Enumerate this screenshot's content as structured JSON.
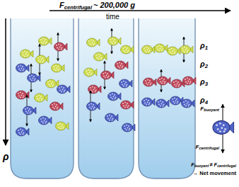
{
  "diagram": {
    "labels": [
      "F",
      "centrifugal",
      "~ 200,000 g",
      "time",
      "ρ",
      "ρ",
      "1",
      "ρ",
      "2",
      "ρ",
      "3",
      "ρ",
      "4",
      "F",
      "buoyant",
      "F",
      "centrifugal",
      "F",
      "buoyant",
      "≠",
      "F",
      "centrifugal",
      "→ Net movement"
    ]
  }
}
